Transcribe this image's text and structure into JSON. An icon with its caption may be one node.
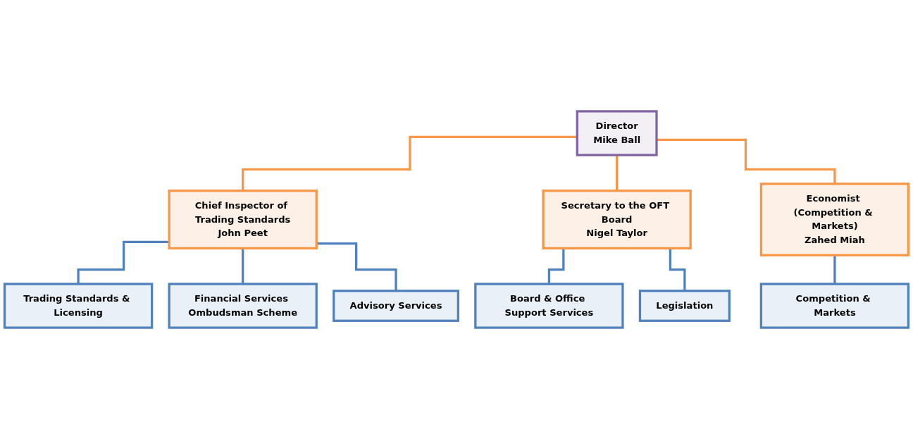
{
  "diagram": {
    "nodes": [
      {
        "text": [
          "Director",
          "Mike Ball"
        ]
      },
      {
        "text": [
          "Chief Inspector of Trading Standards",
          "John Peet"
        ]
      },
      {
        "text": [
          "Secretary to the OFT Board",
          "Nigel Taylor"
        ]
      },
      {
        "text": [
          "Economist (Competition & Markets)",
          "Zahed Miah"
        ]
      },
      {
        "text": [
          "Trading Standards & Licensing"
        ]
      },
      {
        "text": [
          "Financial Services Ombudsman Scheme"
        ]
      },
      {
        "text": [
          "Advisory Services"
        ]
      },
      {
        "text": [
          "Board & Office Support Services"
        ]
      },
      {
        "text": [
          "Legislation"
        ]
      },
      {
        "text": [
          "Competition & Markets"
        ]
      }
    ],
    "edges": [
      {
        "from": 0,
        "to": 1,
        "arrow": "none",
        "color": "#f79646"
      },
      {
        "from": 0,
        "to": 2,
        "arrow": "none",
        "color": "#f79646"
      },
      {
        "from": 0,
        "to": 3,
        "arrow": "none",
        "color": "#f79646"
      },
      {
        "from": 1,
        "to": 4,
        "arrow": "none"
      },
      {
        "from": 1,
        "to": 5,
        "arrow": "none"
      },
      {
        "from": 1,
        "to": 6,
        "arrow": "none"
      },
      {
        "from": 2,
        "to": 7,
        "arrow": "none"
      },
      {
        "from": 2,
        "to": 8,
        "arrow": "none"
      },
      {
        "from": 3,
        "to": 9,
        "arrow": "none"
      }
    ]
  }
}
